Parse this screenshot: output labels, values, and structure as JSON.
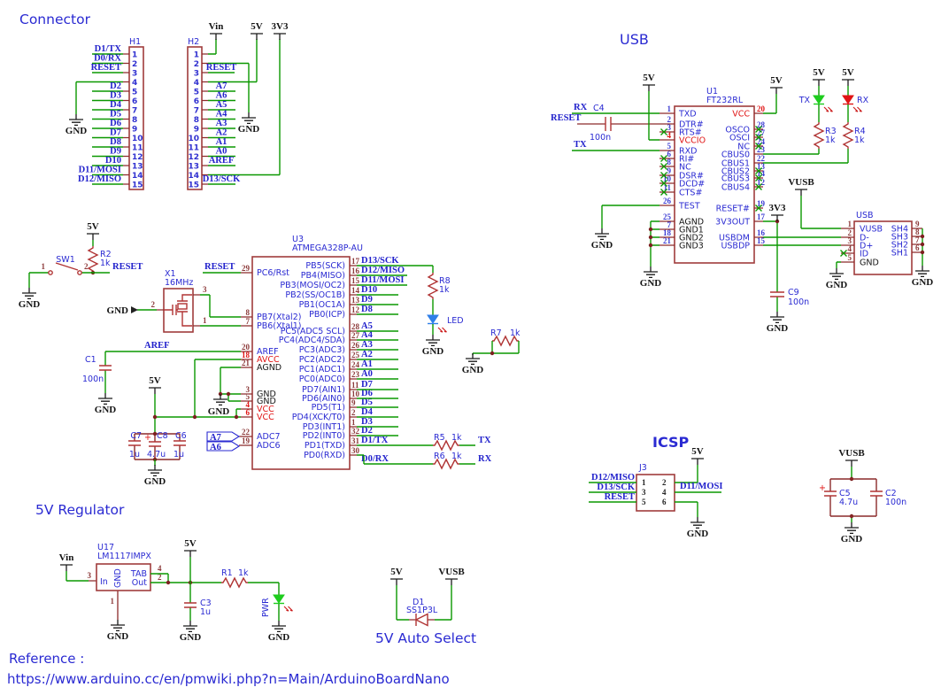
{
  "titles": {
    "connector": "Connector",
    "usb": "USB",
    "icsp": "ICSP",
    "regulator": "5V Regulator",
    "autoselect": "5V Auto Select",
    "reference": "Reference :",
    "url": "https://www.arduino.cc/en/pmwiki.php?n=Main/ArduinoBoardNano"
  },
  "power": {
    "gnd": "GND",
    "v5": "5V",
    "v33": "3V3",
    "vin": "Vin",
    "vusb": "VUSB"
  },
  "nets": {
    "reset": "RESET",
    "aref": "AREF",
    "tx": "TX",
    "rx": "RX",
    "d11mosi": "D11/MOSI"
  },
  "h1": {
    "ref": "H1",
    "numbers": [
      "1",
      "2",
      "3",
      "4",
      "5",
      "6",
      "7",
      "8",
      "9",
      "10",
      "11",
      "12",
      "13",
      "14",
      "15"
    ],
    "labels": [
      "D1/TX",
      "D0/RX",
      "RESET",
      "",
      "D2",
      "D3",
      "D4",
      "D5",
      "D6",
      "D7",
      "D8",
      "D9",
      "D10",
      "D11/MOSI",
      "D12/MISO"
    ]
  },
  "h2": {
    "ref": "H2",
    "numbers": [
      "1",
      "2",
      "3",
      "4",
      "5",
      "6",
      "7",
      "8",
      "9",
      "10",
      "11",
      "12",
      "13",
      "14",
      "15"
    ],
    "labels": [
      "",
      "",
      "RESET",
      "",
      "A7",
      "A6",
      "A5",
      "A4",
      "A3",
      "A2",
      "A1",
      "A0",
      "AREF",
      "",
      "D13/SCK"
    ]
  },
  "sw1": {
    "ref": "SW1",
    "pin1": "1",
    "pin2": "2"
  },
  "r2": {
    "ref": "R2",
    "value": "1k"
  },
  "x1": {
    "ref": "X1",
    "value": "16MHz",
    "pin3": "3",
    "pin2": "2",
    "pin1": "1"
  },
  "c1": {
    "ref": "C1",
    "value": "100n"
  },
  "caps5v": {
    "c7": {
      "ref": "C7",
      "value": "1u"
    },
    "c8": {
      "ref": "C8",
      "value": "4.7u",
      "plus": "+"
    },
    "c6": {
      "ref": "C6",
      "value": "1u"
    }
  },
  "u3": {
    "ref": "U3",
    "part": "ATMEGA328P-AU",
    "left_numbers": [
      {
        "t": "29"
      },
      {
        "t": "8"
      },
      {
        "t": "7"
      },
      {
        "t": "20"
      },
      {
        "t": "18",
        "c": "red"
      },
      {
        "t": "21"
      },
      {
        "t": "3"
      },
      {
        "t": "5"
      },
      {
        "t": "4",
        "c": "red"
      },
      {
        "t": "6",
        "c": "red"
      },
      {
        "t": "22"
      },
      {
        "t": "19"
      }
    ],
    "left_labels": [
      {
        "t": "PC6/Rst"
      },
      {
        "t": "PB7(Xtal2)"
      },
      {
        "t": "PB6(Xtal1)"
      },
      {
        "t": "AREF"
      },
      {
        "t": "AVCC",
        "c": "red"
      },
      {
        "t": "AGND",
        "c": "blk"
      },
      {
        "t": "GND",
        "c": "blk"
      },
      {
        "t": "GND",
        "c": "blk"
      },
      {
        "t": "VCC",
        "c": "red"
      },
      {
        "t": "VCC",
        "c": "red"
      },
      {
        "t": "ADC7"
      },
      {
        "t": "ADC6"
      }
    ],
    "right_numbers": [
      "17",
      "16",
      "15",
      "14",
      "13",
      "12",
      "28",
      "27",
      "26",
      "25",
      "24",
      "23",
      "11",
      "10",
      "9",
      "2",
      "1",
      "32",
      "31",
      "30"
    ],
    "right_labels": [
      "PB5(SCK)",
      "PB4(MISO)",
      "PB3(MOSI/OC2)",
      "PB2(SS/OC1B)",
      "PB1(OC1A)",
      "PB0(ICP)",
      "PC5(ADC5 SCL)",
      "PC4(ADC4/SDA)",
      "PC3(ADC3)",
      "PC2(ADC2)",
      "PC1(ADC1)",
      "PC0(ADC0)",
      "PD7(AIN1)",
      "PD6(AIN0)",
      "PD5(T1)",
      "PD4(XCK/T0)",
      "PD3(INT1)",
      "PD2(INT0)",
      "PD1(TXD)",
      "PD0(RXD)"
    ],
    "right_nets": [
      "D13/SCK",
      "D12/MISO",
      "D11/MOSI",
      "D10",
      "D9",
      "D8",
      "A5",
      "A4",
      "A3",
      "A2",
      "A1",
      "A0",
      "D7",
      "D6",
      "D5",
      "D4",
      "D3",
      "D2",
      "D1/TX",
      "D0/RX"
    ],
    "flag_a7": "A7",
    "flag_a6": "A6"
  },
  "r8": {
    "ref": "R8",
    "value": "1k"
  },
  "led_d13": {
    "label": "LED"
  },
  "r7": {
    "ref": "R7",
    "value": "1k"
  },
  "r5": {
    "ref": "R5",
    "value": "1k"
  },
  "r6": {
    "ref": "R6",
    "value": "1k"
  },
  "u1": {
    "ref": "U1",
    "part": "FT232RL",
    "left_numbers": [
      {
        "t": "1"
      },
      {
        "t": "2"
      },
      {
        "t": "3"
      },
      {
        "t": "4",
        "c": "red"
      },
      {
        "t": "5"
      },
      {
        "t": "6"
      },
      {
        "t": "8"
      },
      {
        "t": "9"
      },
      {
        "t": "10"
      },
      {
        "t": "11"
      },
      {
        "t": "26"
      },
      {
        "t": "25"
      },
      {
        "t": "7"
      },
      {
        "t": "18"
      },
      {
        "t": "21"
      }
    ],
    "left_labels": [
      {
        "t": "TXD"
      },
      {
        "t": "DTR#"
      },
      {
        "t": "RTS#"
      },
      {
        "t": "VCCIO",
        "c": "red"
      },
      {
        "t": "RXD"
      },
      {
        "t": "RI#"
      },
      {
        "t": "NC"
      },
      {
        "t": "DSR#"
      },
      {
        "t": "DCD#"
      },
      {
        "t": "CTS#"
      },
      {
        "t": "TEST"
      },
      {
        "t": "AGND",
        "c": "blk"
      },
      {
        "t": "GND1",
        "c": "blk"
      },
      {
        "t": "GND2",
        "c": "blk"
      },
      {
        "t": "GND3",
        "c": "blk"
      }
    ],
    "right_numbers": [
      {
        "t": "20",
        "c": "red"
      },
      {
        "t": "28"
      },
      {
        "t": "27"
      },
      {
        "t": "24"
      },
      {
        "t": "23"
      },
      {
        "t": "22"
      },
      {
        "t": "13"
      },
      {
        "t": "14"
      },
      {
        "t": "12"
      },
      {
        "t": "19"
      },
      {
        "t": "17"
      },
      {
        "t": "16"
      },
      {
        "t": "15"
      }
    ],
    "right_labels": [
      {
        "t": "VCC",
        "c": "red"
      },
      {
        "t": "OSCO"
      },
      {
        "t": "OSCI"
      },
      {
        "t": "NC"
      },
      {
        "t": "CBUS0"
      },
      {
        "t": "CBUS1"
      },
      {
        "t": "CBUS2"
      },
      {
        "t": "CBUS3"
      },
      {
        "t": "CBUS4"
      },
      {
        "t": "RESET#"
      },
      {
        "t": "3V3OUT"
      },
      {
        "t": "USBDM"
      },
      {
        "t": "USBDP"
      }
    ]
  },
  "c4": {
    "ref": "C4",
    "value": "100n"
  },
  "r3": {
    "ref": "R3",
    "value": "1k"
  },
  "r4": {
    "ref": "R4",
    "value": "1k"
  },
  "led_tx": {
    "label": "TX"
  },
  "led_rx": {
    "label": "RX"
  },
  "c9": {
    "ref": "C9",
    "value": "100n"
  },
  "usb_conn": {
    "ref": "USB",
    "left_numbers": [
      "1",
      "2",
      "3",
      "4",
      "5"
    ],
    "left_labels": [
      {
        "t": "VUSB"
      },
      {
        "t": "D-"
      },
      {
        "t": "D+"
      },
      {
        "t": "ID"
      },
      {
        "t": "GND",
        "c": "blk"
      }
    ],
    "right_numbers": [
      "9",
      "8",
      "7",
      "6"
    ],
    "right_labels": [
      "SH4",
      "SH3",
      "SH2",
      "SH1"
    ]
  },
  "j3": {
    "ref": "J3",
    "numbers_left": [
      "1",
      "3",
      "5"
    ],
    "numbers_right": [
      "2",
      "4",
      "6"
    ],
    "nets_left": [
      "D12/MISO",
      "D13/SCK",
      "RESET"
    ]
  },
  "c5": {
    "ref": "C5",
    "value": "4.7u",
    "plus": "+"
  },
  "c2": {
    "ref": "C2",
    "value": "100n"
  },
  "u17": {
    "ref": "U17",
    "part": "LM1117IMPX",
    "pin_in": "3",
    "pin_gnd": "1",
    "pin_tab": "4",
    "pin_out": "2",
    "lbl_in": "In",
    "lbl_gnd": "GND",
    "lbl_tab": "TAB",
    "lbl_out": "Out"
  },
  "c3": {
    "ref": "C3",
    "value": "1u"
  },
  "r1": {
    "ref": "R1",
    "value": "1k"
  },
  "led_pwr": {
    "label": "PWR"
  },
  "d1": {
    "ref": "D1",
    "part": "SS1P3L"
  }
}
